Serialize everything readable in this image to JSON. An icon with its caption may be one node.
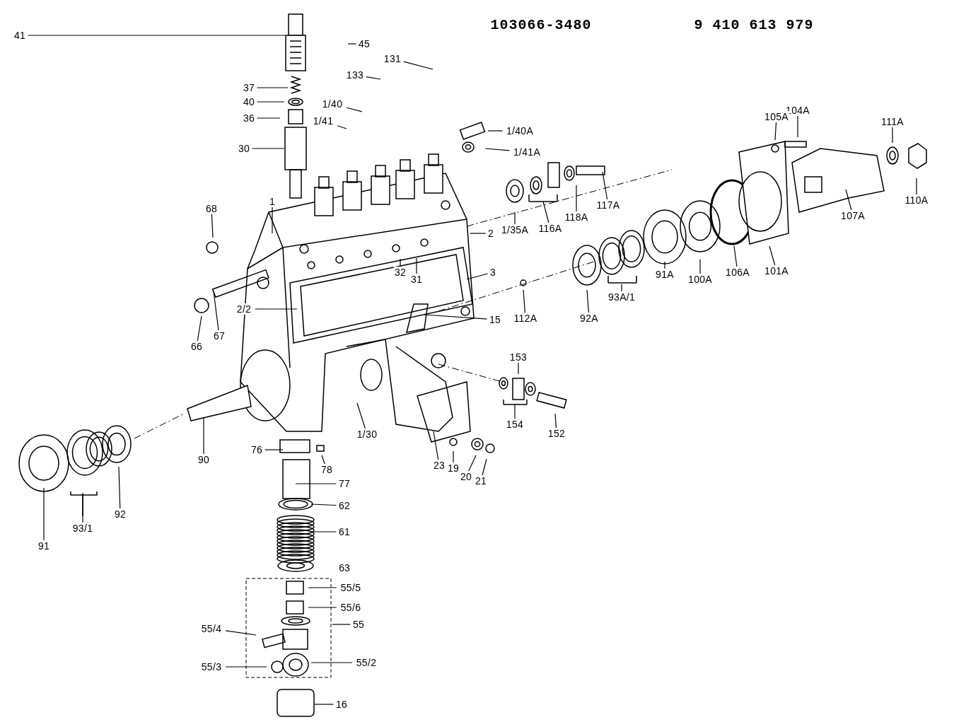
{
  "diagram": {
    "nodes": [
      {
        "text": [
          "41"
        ]
      },
      {
        "text": [
          "45"
        ]
      },
      {
        "text": [
          "131"
        ]
      },
      {
        "text": [
          "133"
        ]
      },
      {
        "text": [
          "37"
        ]
      },
      {
        "text": [
          "40"
        ]
      },
      {
        "text": [
          "1/40"
        ]
      },
      {
        "text": [
          "104A"
        ]
      },
      {
        "text": [
          "105A"
        ]
      },
      {
        "text": [
          "36"
        ]
      },
      {
        "text": [
          "1/41"
        ]
      },
      {
        "text": [
          "111A"
        ]
      },
      {
        "text": [
          "1/40A"
        ]
      },
      {
        "text": [
          "30"
        ]
      },
      {
        "text": [
          "1/41A"
        ]
      },
      {
        "text": [
          "110A"
        ]
      },
      {
        "text": [
          "1"
        ]
      },
      {
        "text": [
          "117A"
        ]
      },
      {
        "text": [
          "68"
        ]
      },
      {
        "text": [
          "107A"
        ]
      },
      {
        "text": [
          "118A"
        ]
      },
      {
        "text": [
          "116A"
        ]
      },
      {
        "text": [
          "1/35A"
        ]
      },
      {
        "text": [
          "2"
        ]
      },
      {
        "text": [
          "32"
        ]
      },
      {
        "text": [
          "3"
        ]
      },
      {
        "text": [
          "31"
        ]
      },
      {
        "text": [
          "101A"
        ]
      },
      {
        "text": [
          "106A"
        ]
      },
      {
        "text": [
          "91A"
        ]
      },
      {
        "text": [
          "100A"
        ]
      },
      {
        "text": [
          "93A/1"
        ]
      },
      {
        "text": [
          "2/2"
        ]
      },
      {
        "text": [
          "92A"
        ]
      },
      {
        "text": [
          "112A"
        ]
      },
      {
        "text": [
          "15"
        ]
      },
      {
        "text": [
          "67"
        ]
      },
      {
        "text": [
          "66"
        ]
      },
      {
        "text": [
          "153"
        ]
      },
      {
        "text": [
          "154"
        ]
      },
      {
        "text": [
          "152"
        ]
      },
      {
        "text": [
          "1/30"
        ]
      },
      {
        "text": [
          "76"
        ]
      },
      {
        "text": [
          "90"
        ]
      },
      {
        "text": [
          "23"
        ]
      },
      {
        "text": [
          "19"
        ]
      },
      {
        "text": [
          "78"
        ]
      },
      {
        "text": [
          "20"
        ]
      },
      {
        "text": [
          "21"
        ]
      },
      {
        "text": [
          "77"
        ]
      },
      {
        "text": [
          "62"
        ]
      },
      {
        "text": [
          "92"
        ]
      },
      {
        "text": [
          "93/1"
        ]
      },
      {
        "text": [
          "61"
        ]
      },
      {
        "text": [
          "91"
        ]
      },
      {
        "text": [
          "55/5"
        ]
      },
      {
        "text": [
          "55/6"
        ]
      },
      {
        "text": [
          "55"
        ]
      },
      {
        "text": [
          "55/4"
        ]
      },
      {
        "text": [
          "55/2"
        ]
      },
      {
        "text": [
          "55/3"
        ]
      },
      {
        "text": [
          "16"
        ]
      }
    ],
    "edges": [
      {
        "from": 0,
        "to": null,
        "arrow": "none"
      },
      {
        "from": 1,
        "to": null,
        "arrow": "none"
      },
      {
        "from": 2,
        "to": null,
        "arrow": "none"
      },
      {
        "from": 3,
        "to": null,
        "arrow": "none"
      },
      {
        "from": 4,
        "to": null,
        "arrow": "none"
      },
      {
        "from": 5,
        "to": null,
        "arrow": "none"
      },
      {
        "from": 6,
        "to": null,
        "arrow": "none"
      },
      {
        "from": 7,
        "to": null,
        "arrow": "none"
      },
      {
        "from": 8,
        "to": null,
        "arrow": "none"
      },
      {
        "from": 9,
        "to": null,
        "arrow": "none"
      },
      {
        "from": 10,
        "to": null,
        "arrow": "none"
      },
      {
        "from": 11,
        "to": null,
        "arrow": "none"
      },
      {
        "from": 12,
        "to": null,
        "arrow": "none"
      },
      {
        "from": 13,
        "to": null,
        "arrow": "none"
      },
      {
        "from": 14,
        "to": null,
        "arrow": "none"
      },
      {
        "from": 15,
        "to": null,
        "arrow": "none"
      },
      {
        "from": 16,
        "to": null,
        "arrow": "none"
      },
      {
        "from": 17,
        "to": null,
        "arrow": "none"
      },
      {
        "from": 18,
        "to": null,
        "arrow": "none"
      },
      {
        "from": 19,
        "to": null,
        "arrow": "none"
      },
      {
        "from": 20,
        "to": null,
        "arrow": "none"
      },
      {
        "from": 21,
        "to": null,
        "arrow": "none"
      },
      {
        "from": 22,
        "to": null,
        "arrow": "none"
      },
      {
        "from": 23,
        "to": null,
        "arrow": "none"
      },
      {
        "from": 24,
        "to": null,
        "arrow": "none"
      },
      {
        "from": 25,
        "to": null,
        "arrow": "none"
      },
      {
        "from": 26,
        "to": null,
        "arrow": "none"
      },
      {
        "from": 27,
        "to": null,
        "arrow": "none"
      },
      {
        "from": 28,
        "to": null,
        "arrow": "none"
      },
      {
        "from": 29,
        "to": null,
        "arrow": "none"
      },
      {
        "from": 30,
        "to": null,
        "arrow": "none"
      },
      {
        "from": 31,
        "to": null,
        "arrow": "none"
      },
      {
        "from": 32,
        "to": null,
        "arrow": "none"
      },
      {
        "from": 33,
        "to": null,
        "arrow": "none"
      },
      {
        "from": 34,
        "to": null,
        "arrow": "none"
      },
      {
        "from": 35,
        "to": null,
        "arrow": "none"
      },
      {
        "from": 36,
        "to": null,
        "arrow": "none"
      },
      {
        "from": 37,
        "to": null,
        "arrow": "none"
      },
      {
        "from": 38,
        "to": null,
        "arrow": "none"
      },
      {
        "from": 39,
        "to": null,
        "arrow": "none"
      },
      {
        "from": 40,
        "to": null,
        "arrow": "none"
      },
      {
        "from": 41,
        "to": null,
        "arrow": "none"
      },
      {
        "from": 42,
        "to": null,
        "arrow": "none"
      },
      {
        "from": 43,
        "to": null,
        "arrow": "none"
      },
      {
        "from": 44,
        "to": null,
        "arrow": "none"
      },
      {
        "from": 45,
        "to": null,
        "arrow": "none"
      },
      {
        "from": 46,
        "to": null,
        "arrow": "none"
      },
      {
        "from": 47,
        "to": null,
        "arrow": "none"
      },
      {
        "from": 48,
        "to": null,
        "arrow": "none"
      },
      {
        "from": 49,
        "to": null,
        "arrow": "none"
      },
      {
        "from": 50,
        "to": null,
        "arrow": "none"
      },
      {
        "from": 51,
        "to": null,
        "arrow": "none"
      },
      {
        "from": 52,
        "to": null,
        "arrow": "none"
      },
      {
        "from": 53,
        "to": null,
        "arrow": "none"
      },
      {
        "from": 54,
        "to": null,
        "arrow": "none"
      },
      {
        "from": 55,
        "to": null,
        "arrow": "none"
      },
      {
        "from": 56,
        "to": null,
        "arrow": "none"
      },
      {
        "from": 57,
        "to": null,
        "arrow": "none"
      },
      {
        "from": 58,
        "to": null,
        "arrow": "none"
      },
      {
        "from": 59,
        "to": null,
        "arrow": "none"
      },
      {
        "from": 60,
        "to": null,
        "arrow": "none"
      },
      {
        "from": 61,
        "to": null,
        "arrow": "none"
      }
    ],
    "labels": [
      "103066-3480",
      "9 410 613 979",
      "63"
    ]
  }
}
